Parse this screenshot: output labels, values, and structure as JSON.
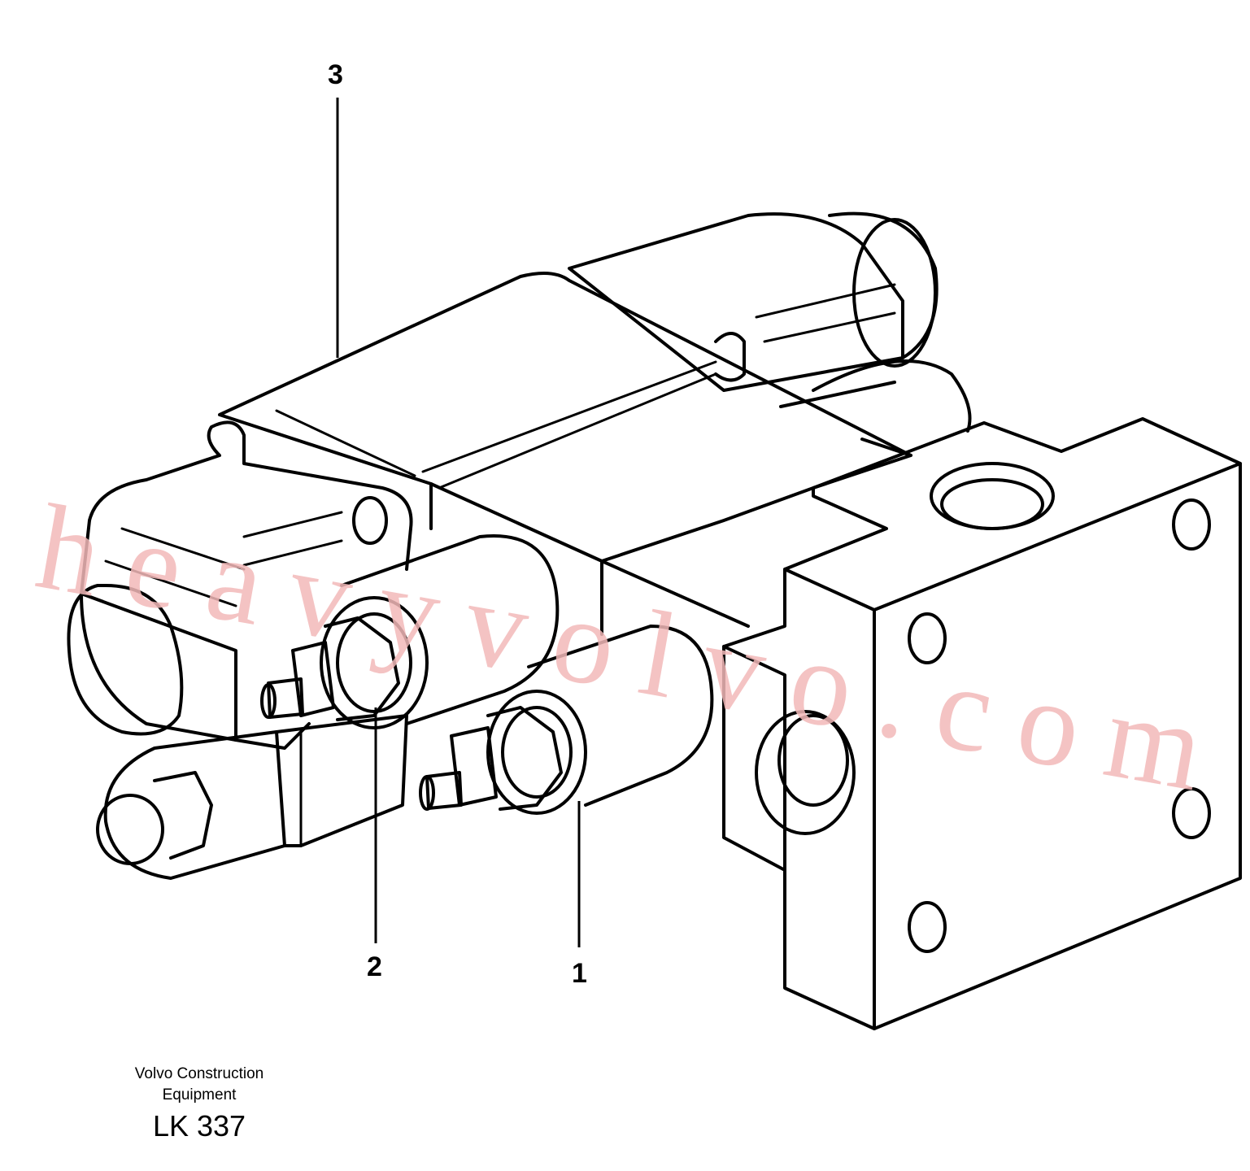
{
  "callouts": {
    "item_1": "1",
    "item_2": "2",
    "item_3": "3"
  },
  "watermark": "heavyvolvo.com",
  "caption": {
    "company_line_1": "Volvo Construction",
    "company_line_2": "Equipment",
    "code": "LK 337"
  },
  "colors": {
    "line": "#000000",
    "watermark": "#f2b8b8",
    "background": "#ffffff"
  }
}
